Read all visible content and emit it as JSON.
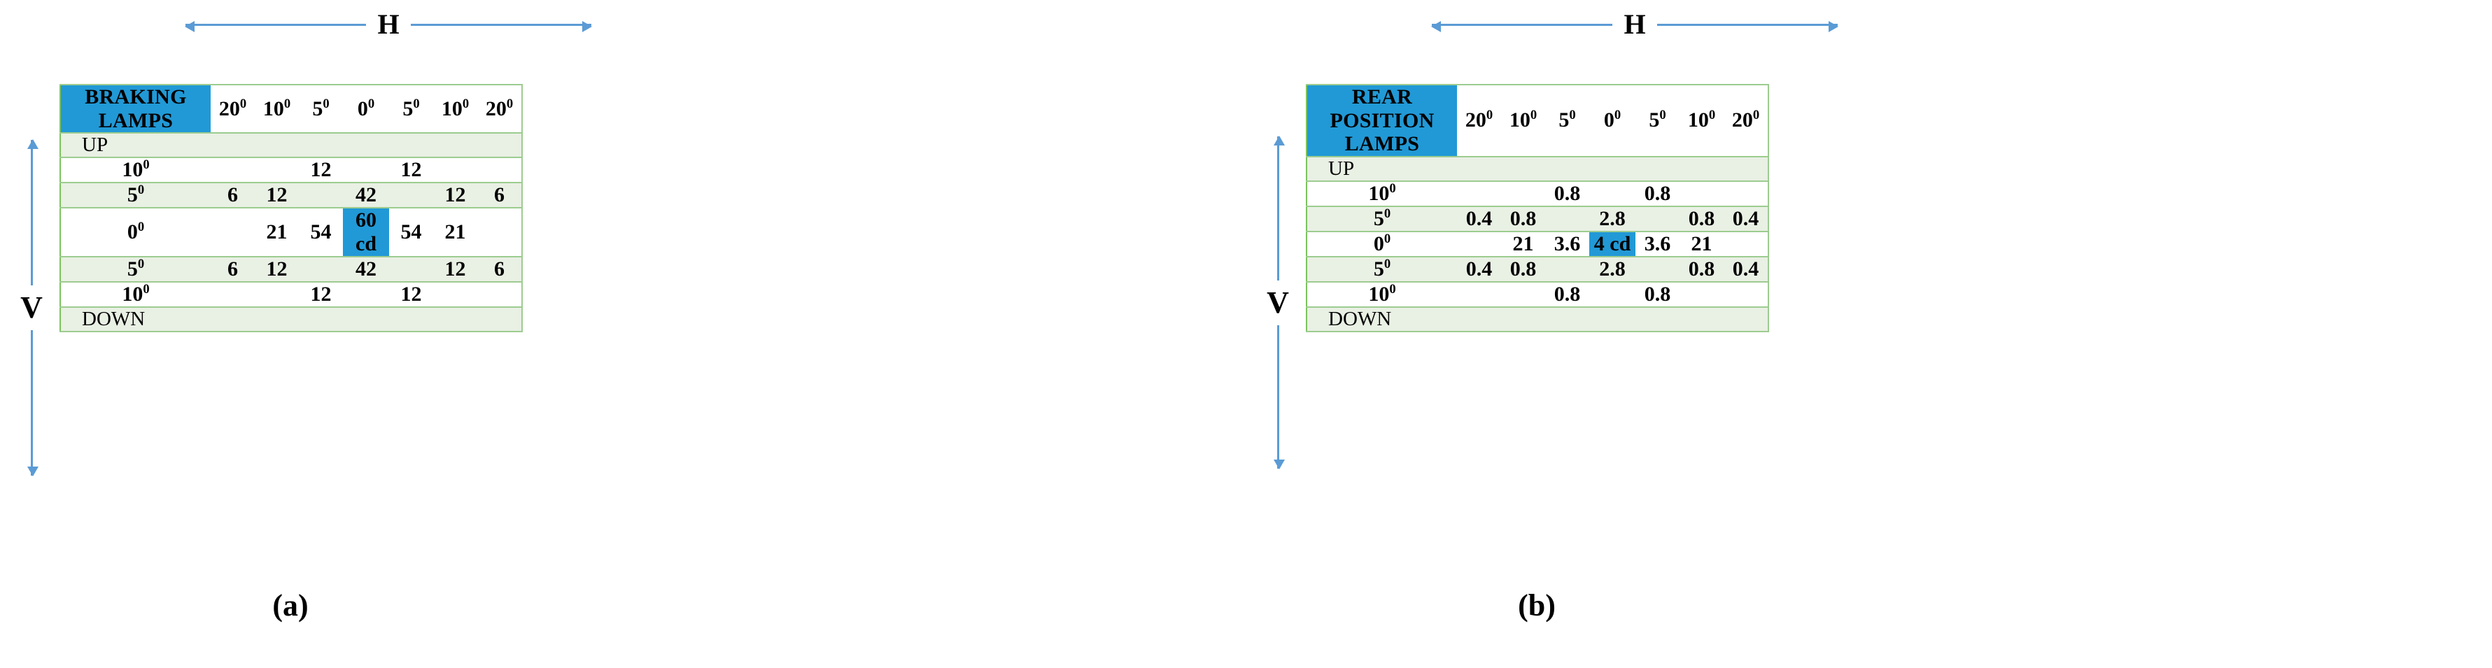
{
  "figure": {
    "panels": [
      {
        "id": "a",
        "caption": "(a)",
        "h_axis_label": "H",
        "v_axis_label": "V",
        "table": {
          "title": "BRAKING LAMPS",
          "column_headers": [
            "20",
            "10",
            "5",
            "0",
            "5",
            "10",
            "20"
          ],
          "column_header_sup": "0",
          "rows": [
            {
              "label": "UP",
              "label_kind": "word",
              "cells": [
                "",
                "",
                "",
                "",
                "",
                "",
                ""
              ]
            },
            {
              "label": "10",
              "label_kind": "angle",
              "cells": [
                "",
                "",
                "12",
                "",
                "12",
                "",
                ""
              ]
            },
            {
              "label": "5",
              "label_kind": "angle",
              "cells": [
                "6",
                "12",
                "",
                "42",
                "",
                "12",
                "6"
              ]
            },
            {
              "label": "0",
              "label_kind": "angle",
              "cells": [
                "",
                "21",
                "54",
                "60 cd",
                "54",
                "21",
                ""
              ]
            },
            {
              "label": "5",
              "label_kind": "angle",
              "cells": [
                "6",
                "12",
                "",
                "42",
                "",
                "12",
                "6"
              ]
            },
            {
              "label": "10",
              "label_kind": "angle",
              "cells": [
                "",
                "",
                "12",
                "",
                "12",
                "",
                ""
              ]
            },
            {
              "label": "DOWN",
              "label_kind": "word",
              "cells": [
                "",
                "",
                "",
                "",
                "",
                "",
                ""
              ]
            }
          ],
          "highlight": {
            "row_index": 3,
            "col_index": 3,
            "value": "60 cd"
          }
        }
      },
      {
        "id": "b",
        "caption": "(b)",
        "h_axis_label": "H",
        "v_axis_label": "V",
        "table": {
          "title": "REAR POSITION LAMPS",
          "column_headers": [
            "20",
            "10",
            "5",
            "0",
            "5",
            "10",
            "20"
          ],
          "column_header_sup": "0",
          "rows": [
            {
              "label": "UP",
              "label_kind": "word",
              "cells": [
                "",
                "",
                "",
                "",
                "",
                "",
                ""
              ]
            },
            {
              "label": "10",
              "label_kind": "angle",
              "cells": [
                "",
                "",
                "0.8",
                "",
                "0.8",
                "",
                ""
              ]
            },
            {
              "label": "5",
              "label_kind": "angle",
              "cells": [
                "0.4",
                "0.8",
                "",
                "2.8",
                "",
                "0.8",
                "0.4"
              ]
            },
            {
              "label": "0",
              "label_kind": "angle",
              "cells": [
                "",
                "21",
                "3.6",
                "4 cd",
                "3.6",
                "21",
                ""
              ]
            },
            {
              "label": "5",
              "label_kind": "angle",
              "cells": [
                "0.4",
                "0.8",
                "",
                "2.8",
                "",
                "0.8",
                "0.4"
              ]
            },
            {
              "label": "10",
              "label_kind": "angle",
              "cells": [
                "",
                "",
                "0.8",
                "",
                "0.8",
                "",
                ""
              ]
            },
            {
              "label": "DOWN",
              "label_kind": "word",
              "cells": [
                "",
                "",
                "",
                "",
                "",
                "",
                ""
              ]
            }
          ],
          "highlight": {
            "row_index": 3,
            "col_index": 3,
            "value": "4 cd"
          }
        }
      }
    ],
    "colors": {
      "header_blue": "#2199d6",
      "border_green": "#9ccc8f",
      "border_green_strong": "#7cc35e",
      "row_shade": "#e9f0e4",
      "arrow_blue": "#5b9bd5",
      "text": "#000000"
    }
  }
}
